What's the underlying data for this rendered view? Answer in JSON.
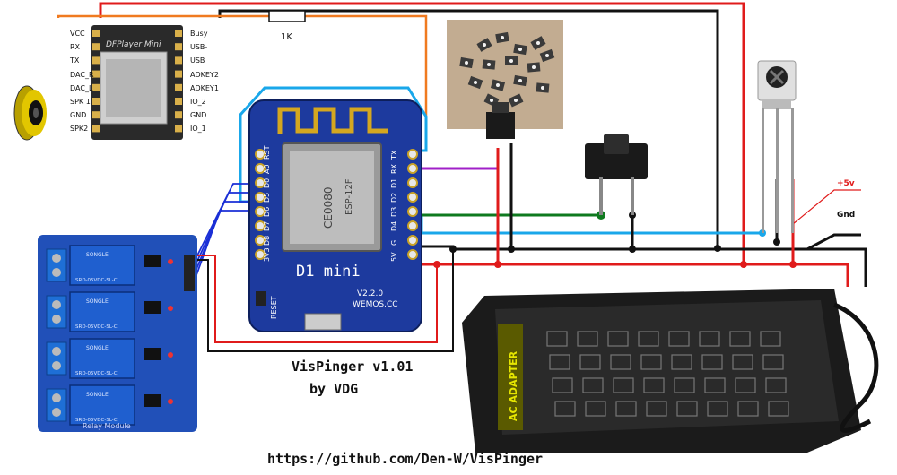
{
  "title": "VisPinger v1.01",
  "author": "by VDG",
  "url": "https://github.com/Den-W/VisPinger",
  "resistor_label": "1K",
  "plus5v_label": "+5v",
  "gnd_label": "Gnd",
  "dfplayer": {
    "name": "DFPlayer Mini",
    "left_pins": [
      "VCC",
      "RX",
      "TX",
      "DAC_R",
      "DAC_L",
      "SPK 1",
      "GND",
      "SPK2"
    ],
    "right_pins": [
      "Busy",
      "USB-",
      "USB",
      "ADKEY2",
      "ADKEY1",
      "IO_2",
      "GND",
      "IO_1"
    ]
  },
  "wemos": {
    "name": "D1 mini",
    "chip_text": [
      "ESP-12F",
      "CE0080"
    ],
    "version": "V2.2.0",
    "brand": "WEMOS.CC",
    "reset_label": "RESET",
    "left_pins": [
      "RST",
      "A0",
      "D0",
      "D5",
      "D6",
      "D7",
      "D8",
      "3V3"
    ],
    "right_pins": [
      "TX",
      "RX",
      "D1",
      "D2",
      "D3",
      "D4",
      "G",
      "5V"
    ]
  },
  "relay": {
    "relay_text": "SRD-05VDC-SL-C",
    "brand": "SONGLE",
    "footer": "Relay Module",
    "channels": 4
  },
  "adapter": {
    "label": "AC ADAPTER"
  },
  "colors": {
    "red": "#e01b1b",
    "black": "#111111",
    "blue": "#1a2fd6",
    "cyan": "#19a7ea",
    "purple": "#a020c8",
    "green": "#0f7a1f",
    "orange": "#f07a20",
    "board_blue": "#1d3a9e",
    "relay_blue": "#2150b8"
  }
}
